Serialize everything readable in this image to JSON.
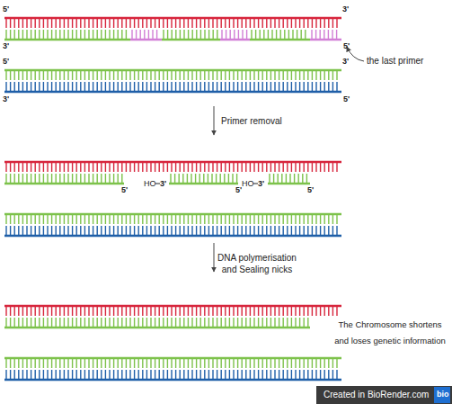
{
  "diagram": {
    "nodes": [
      {
        "text": [
          "Created in BioRender.com"
        ]
      },
      {
        "text": [
          "bio"
        ],
        "in": 0
      }
    ],
    "labels": [
      "5'",
      "3'",
      "3'",
      "5'",
      "the last primer",
      "5'",
      "3'",
      "3'",
      "5'",
      "Primer removal",
      "5'",
      "HO",
      "3'",
      "5'",
      "HO",
      "3'",
      "5'",
      "DNA polymerisation and Sealing nicks",
      "The Chromosome shortens and loses genetic information"
    ]
  }
}
